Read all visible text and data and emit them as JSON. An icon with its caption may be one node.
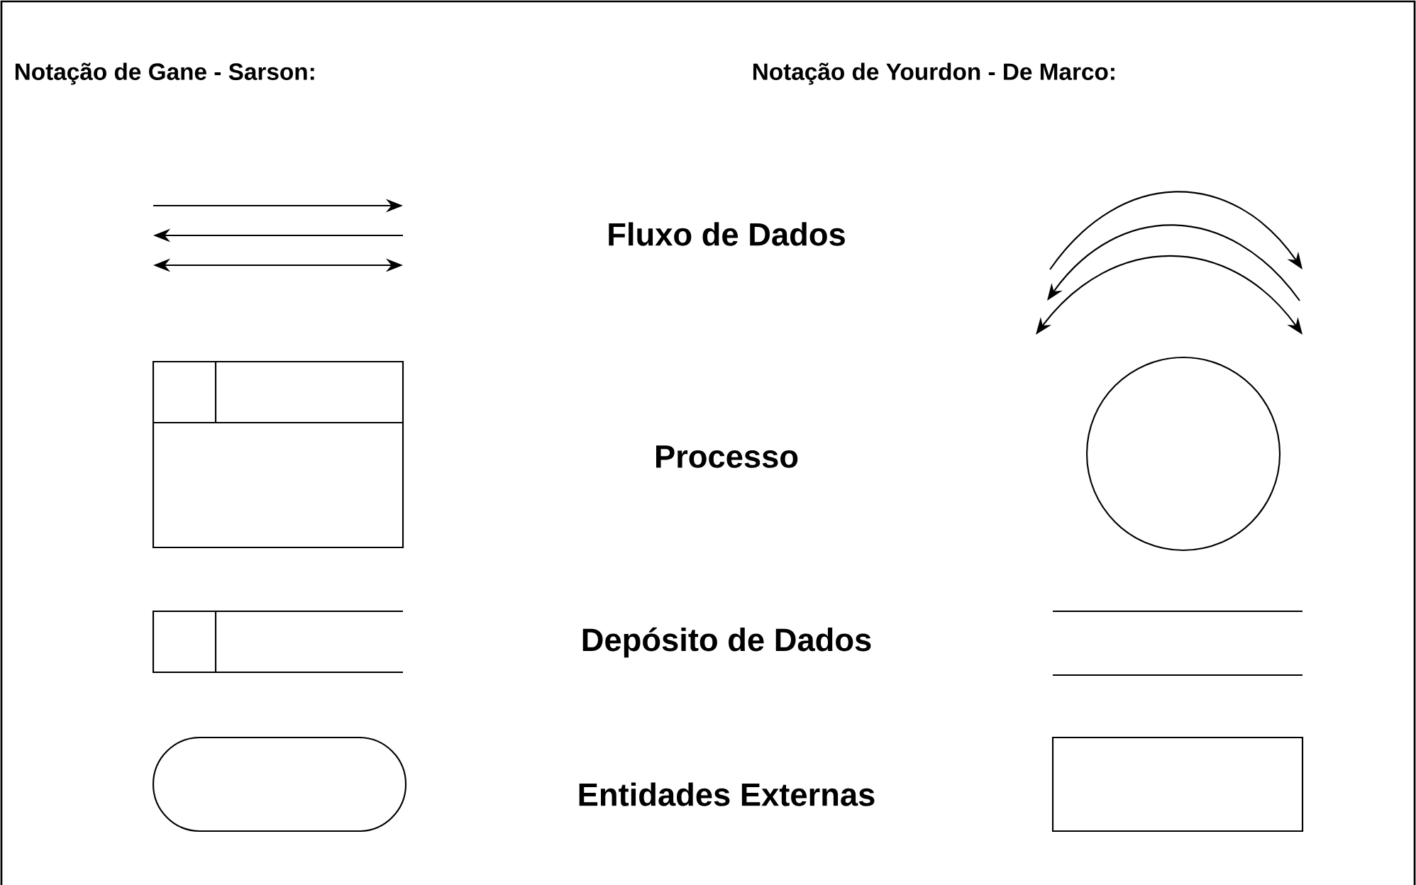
{
  "diagram": {
    "labels": [
      "Notação de Gane - Sarson:",
      "Notação de Yourdon - De Marco:",
      "Fluxo de Dados",
      "Processo",
      "Depósito de Dados",
      "Entidades Externas"
    ]
  }
}
